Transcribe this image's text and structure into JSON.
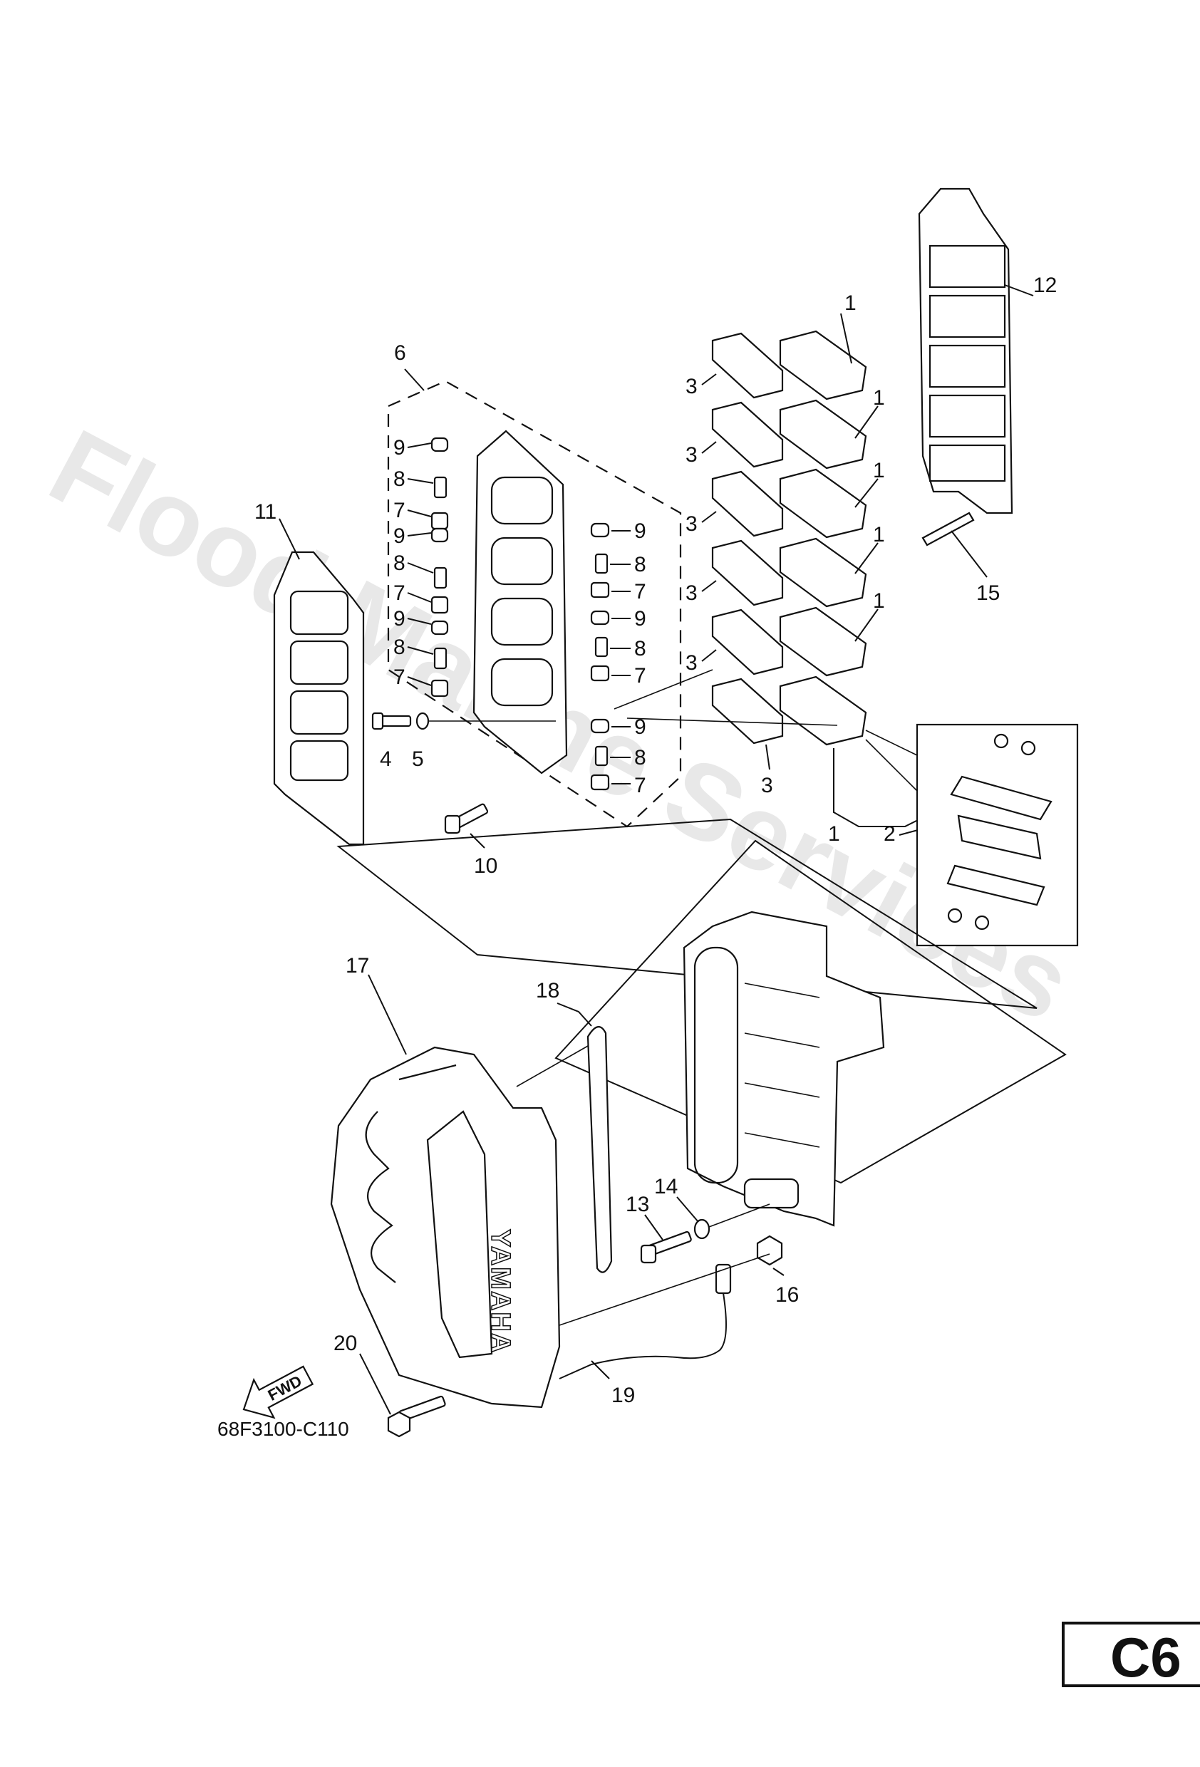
{
  "diagram": {
    "watermark": "Flood Marine Services",
    "fwd_label": "FWD",
    "brand_text": "YAMAHA",
    "catalog_number": "68F3100-C110",
    "page_code": "C6"
  },
  "callouts": {
    "c1a": "1",
    "c1b": "1",
    "c1c": "1",
    "c1d": "1",
    "c1e": "1",
    "c1f": "1",
    "c2": "2",
    "c3a": "3",
    "c3b": "3",
    "c3c": "3",
    "c3d": "3",
    "c3e": "3",
    "c3f": "3",
    "c4": "4",
    "c5": "5",
    "c6": "6",
    "c7a": "7",
    "c7b": "7",
    "c7c": "7",
    "c7d": "7",
    "c7e": "7",
    "c7f": "7",
    "c8a": "8",
    "c8b": "8",
    "c8c": "8",
    "c8d": "8",
    "c8e": "8",
    "c8f": "8",
    "c9a": "9",
    "c9b": "9",
    "c9c": "9",
    "c9d": "9",
    "c9e": "9",
    "c9f": "9",
    "c10": "10",
    "c11": "11",
    "c12": "12",
    "c13": "13",
    "c14": "14",
    "c15": "15",
    "c16": "16",
    "c17": "17",
    "c18": "18",
    "c19": "19",
    "c20": "20"
  }
}
